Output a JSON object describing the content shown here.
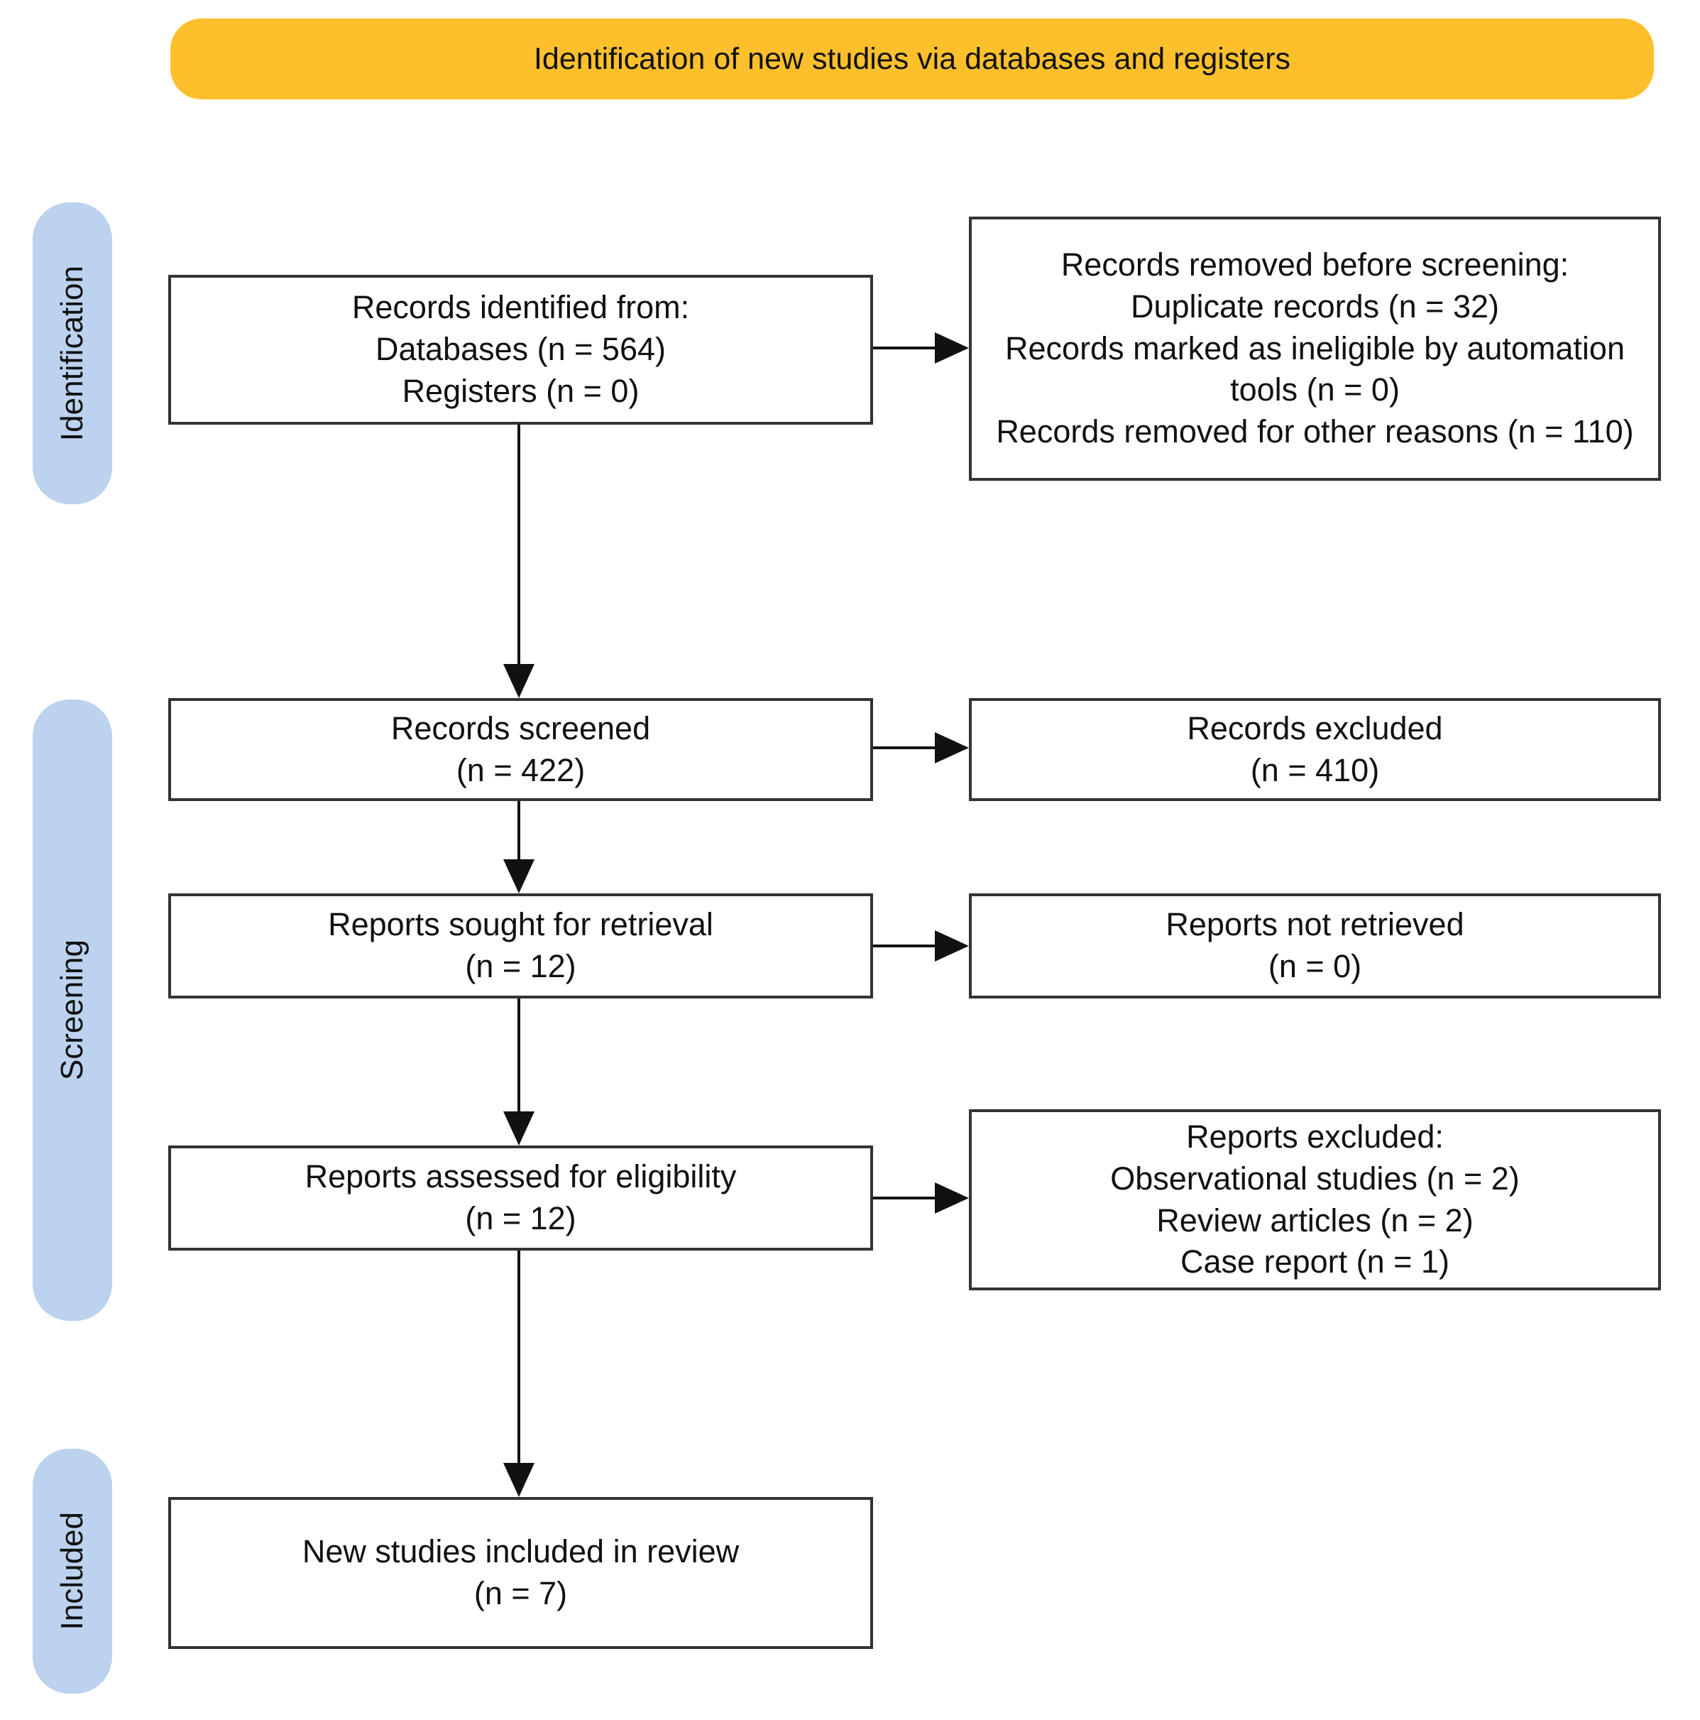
{
  "figure": {
    "type": "prisma-flow-diagram",
    "banner_label": "Identification of new studies via databases and registers"
  },
  "stages": {
    "identification": "Identification",
    "screening": "Screening",
    "included": "Included"
  },
  "boxes": {
    "records_identified": {
      "lines": [
        "Records identified from:",
        "Databases (n = 564)",
        "Registers (n = 0)"
      ]
    },
    "records_removed": {
      "lines": [
        "Records removed before screening:",
        "Duplicate records (n = 32)",
        "Records marked as ineligible by automation tools (n = 0)",
        "Records removed for other reasons (n = 110)"
      ]
    },
    "records_screened": {
      "lines": [
        "Records screened",
        "(n = 422)"
      ]
    },
    "records_excluded": {
      "lines": [
        "Records excluded",
        "(n = 410)"
      ]
    },
    "reports_sought": {
      "lines": [
        "Reports sought for retrieval",
        "(n = 12)"
      ]
    },
    "reports_not_retrieved": {
      "lines": [
        "Reports not retrieved",
        "(n = 0)"
      ]
    },
    "reports_assessed": {
      "lines": [
        "Reports assessed for eligibility",
        "(n = 12)"
      ]
    },
    "reports_excluded": {
      "lines": [
        "Reports excluded:",
        "Observational studies (n = 2)",
        "Review articles (n = 2)",
        "Case report (n = 1)"
      ]
    },
    "new_studies_included": {
      "lines": [
        "New studies included in review",
        "(n = 7)"
      ]
    }
  },
  "counts": {
    "databases": 564,
    "registers": 0,
    "duplicates_removed": 32,
    "automation_ineligible": 0,
    "removed_other_reasons": 110,
    "records_screened": 422,
    "records_excluded": 410,
    "reports_sought": 12,
    "reports_not_retrieved": 0,
    "reports_assessed": 12,
    "excluded_observational": 2,
    "excluded_review_articles": 2,
    "excluded_case_report": 1,
    "new_studies_included": 7
  },
  "colors": {
    "banner_bg": "#FDC02C",
    "stage_bg": "#BCD2EE",
    "box_border": "#333333",
    "arrow": "#111111",
    "text": "#111111",
    "background": "#FFFFFF"
  }
}
